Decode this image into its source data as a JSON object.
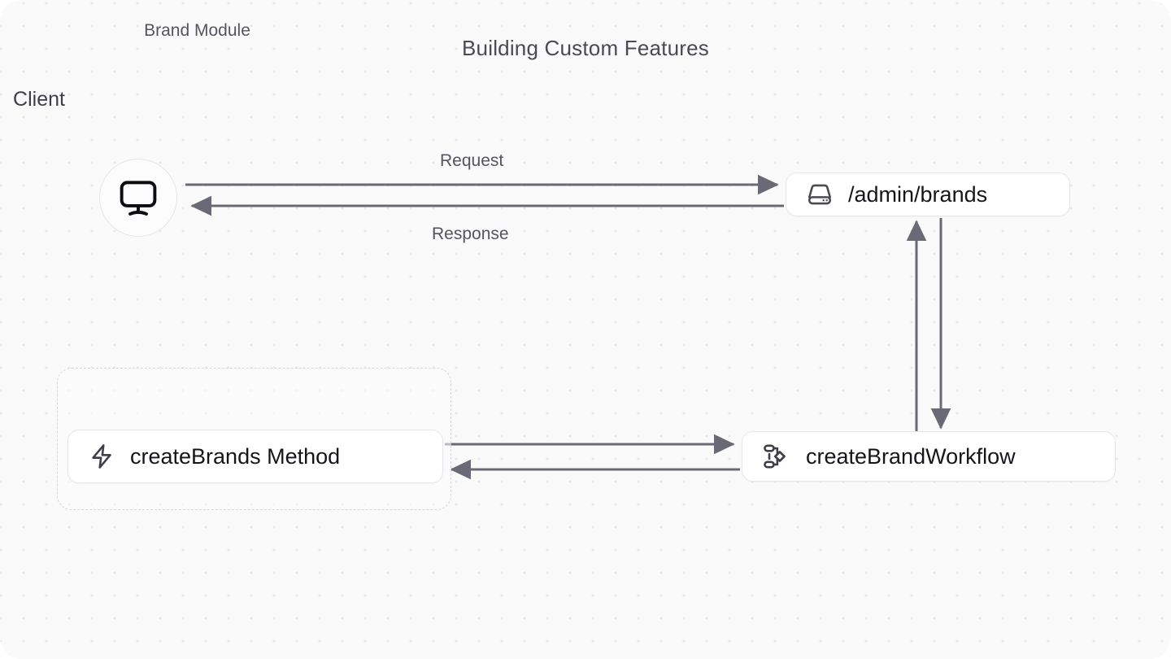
{
  "canvas": {
    "background_color": "#fafafa",
    "dot_color": "#e9e9ec",
    "outer_color": "#ffffff"
  },
  "title": "Building Custom Features",
  "nodes": {
    "client": {
      "label": "Client",
      "icon": "monitor-icon",
      "shape": "circle"
    },
    "server": {
      "label": "/admin/brands",
      "icon": "hard-drive-icon",
      "shape": "rounded-rect"
    },
    "workflow": {
      "label": "createBrandWorkflow",
      "icon": "workflow-icon",
      "shape": "rounded-rect"
    },
    "create_brands": {
      "label": "createBrands Method",
      "icon": "zap-icon",
      "shape": "rounded-rect"
    }
  },
  "groups": {
    "brand_module": {
      "label": "Brand Module",
      "border_style": "dashed"
    }
  },
  "edges": [
    {
      "id": "client-to-server",
      "label": "Request",
      "from": "client",
      "to": "server",
      "direction": "right"
    },
    {
      "id": "server-to-client",
      "label": "Response",
      "from": "server",
      "to": "client",
      "direction": "left"
    },
    {
      "id": "workflow-to-server",
      "label": "",
      "from": "workflow",
      "to": "server",
      "direction": "up"
    },
    {
      "id": "server-to-workflow",
      "label": "",
      "from": "server",
      "to": "workflow",
      "direction": "down"
    },
    {
      "id": "method-to-workflow",
      "label": "",
      "from": "create_brands",
      "to": "workflow",
      "direction": "right"
    },
    {
      "id": "workflow-to-method",
      "label": "",
      "from": "workflow",
      "to": "create_brands",
      "direction": "left"
    }
  ],
  "colors": {
    "title_text": "#4a4a55",
    "node_text": "#16161a",
    "edge_label_text": "#55555f",
    "edge_stroke": "#6a6a76",
    "node_border": "#e7e7ea",
    "node_fill": "#ffffff",
    "group_border": "#d6d6dc",
    "icon_stroke": "#4a4a55"
  }
}
